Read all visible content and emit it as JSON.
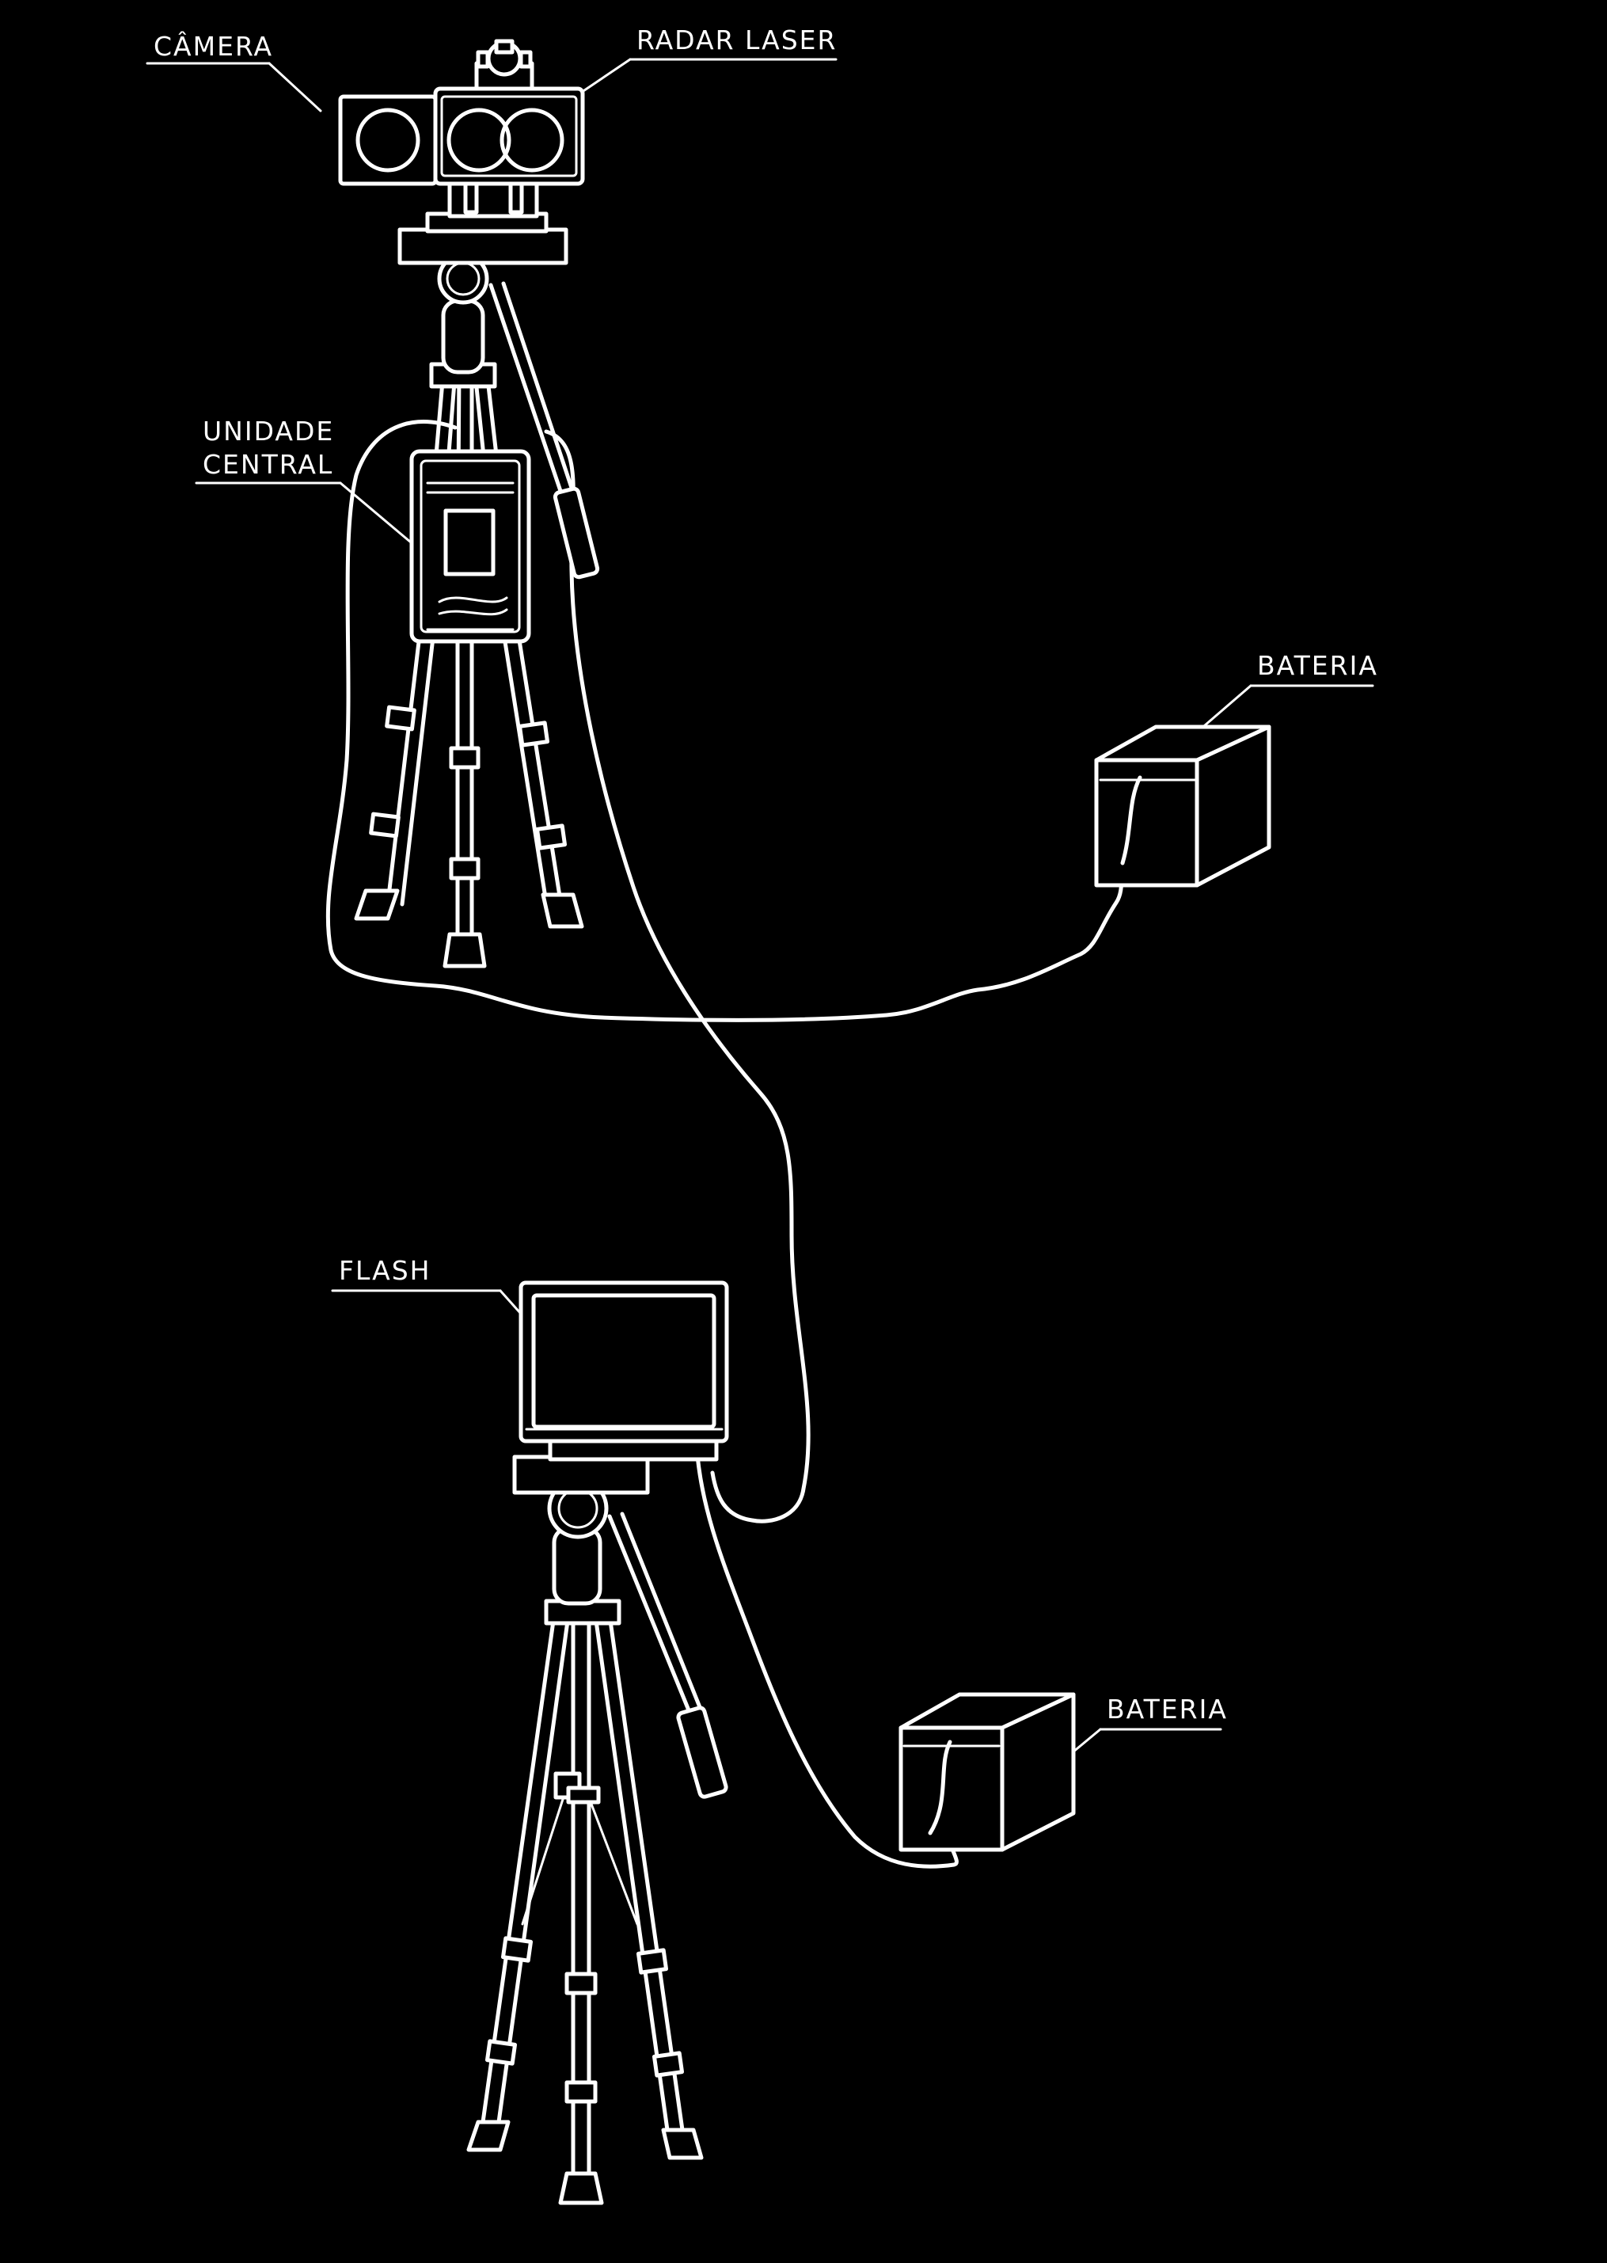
{
  "labels": {
    "camera": "CÂMERA",
    "radar_laser": "RADAR LASER",
    "central_unit_line1": "UNIDADE",
    "central_unit_line2": "CENTRAL",
    "battery_top": "BATERIA",
    "flash": "FLASH",
    "battery_bottom": "BATERIA"
  },
  "colors": {
    "background": "#000000",
    "line": "#ffffff"
  }
}
